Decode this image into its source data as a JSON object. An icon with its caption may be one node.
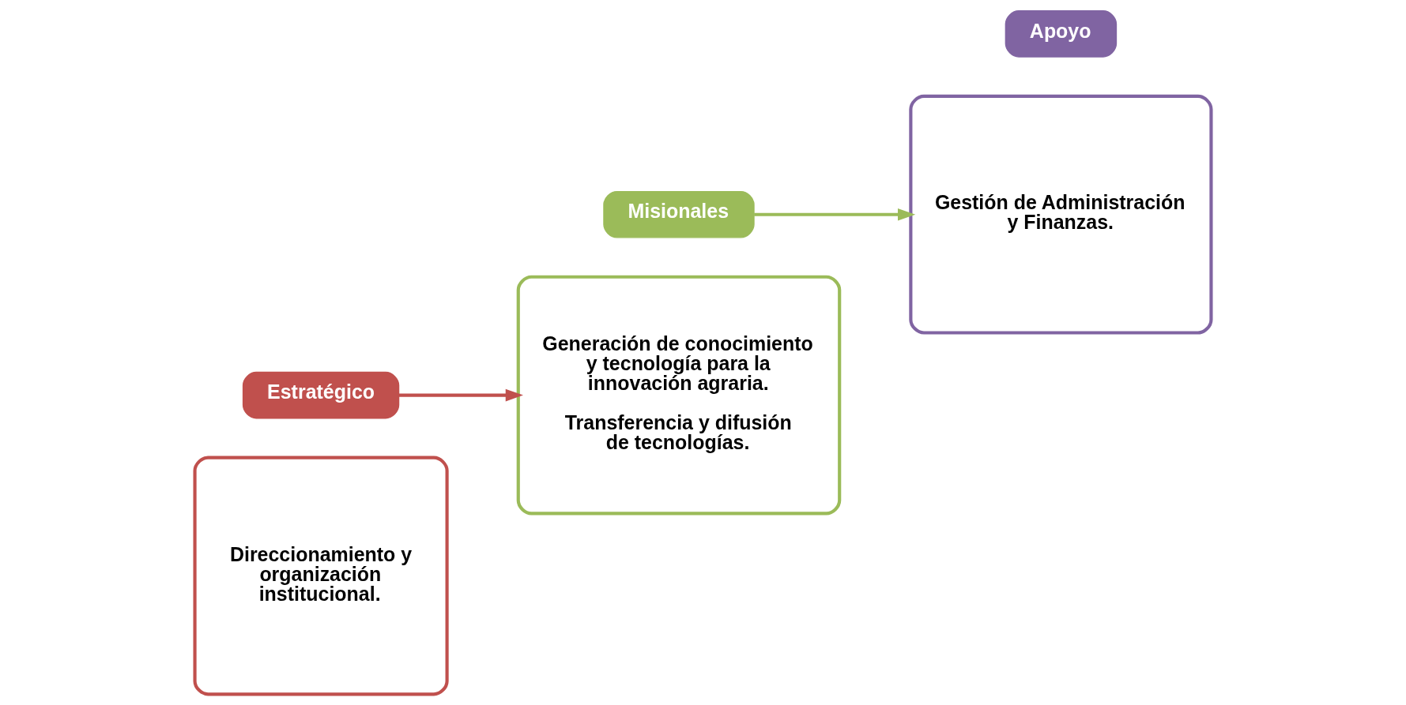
{
  "diagram": {
    "nodes": [
      {
        "text": [
          "Direccionamiento y organización institucional."
        ]
      },
      {
        "text": [
          "Estratégico"
        ]
      },
      {
        "text": [
          "Generación de conocimiento y tecnología para la innovación agraria.",
          "Transferencia y difusión de tecnologías."
        ]
      },
      {
        "text": [
          "Misionales"
        ]
      },
      {
        "text": [
          "Gestión de Administración y Finanzas."
        ]
      },
      {
        "text": [
          "Apoyo"
        ]
      }
    ],
    "edges": [
      {
        "from": 1,
        "to": 2,
        "arrow": "to",
        "color": "#c0504d"
      },
      {
        "from": 3,
        "to": 4,
        "arrow": "to",
        "color": "#9bbb59"
      }
    ]
  }
}
